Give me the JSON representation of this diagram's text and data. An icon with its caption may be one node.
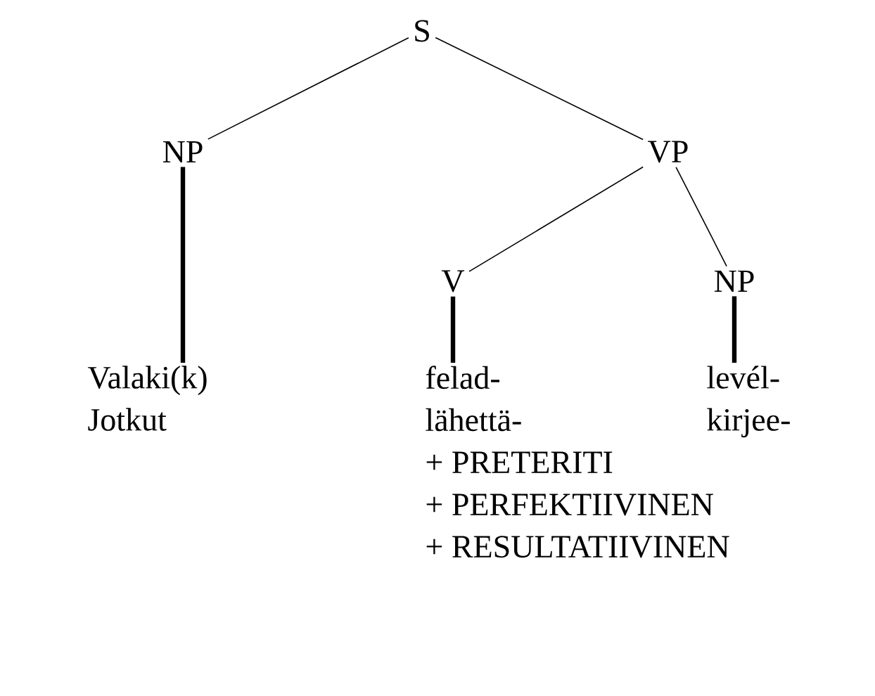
{
  "diagram": {
    "nodes": [
      {
        "text": [
          "S"
        ]
      },
      {
        "text": [
          "NP"
        ]
      },
      {
        "text": [
          "VP"
        ]
      },
      {
        "text": [
          "Valaki(k)",
          "Jotkut"
        ]
      },
      {
        "text": [
          "V"
        ]
      },
      {
        "text": [
          "NP"
        ]
      },
      {
        "text": [
          "felad-",
          "lähettä-",
          "+ PRETERITI",
          "+ PERFEKTIIVINEN",
          "+ RESULTATIIVINEN"
        ]
      },
      {
        "text": [
          "levél-",
          "kirjee-"
        ]
      }
    ],
    "edges": [
      {
        "from": 0,
        "to": 1,
        "arrow": "none"
      },
      {
        "from": 0,
        "to": 2,
        "arrow": "none"
      },
      {
        "from": 1,
        "to": 3,
        "arrow": "none",
        "style": "thick"
      },
      {
        "from": 2,
        "to": 4,
        "arrow": "none"
      },
      {
        "from": 2,
        "to": 5,
        "arrow": "none"
      },
      {
        "from": 4,
        "to": 6,
        "arrow": "none",
        "style": "thick"
      },
      {
        "from": 5,
        "to": 7,
        "arrow": "none",
        "style": "thick"
      }
    ]
  }
}
